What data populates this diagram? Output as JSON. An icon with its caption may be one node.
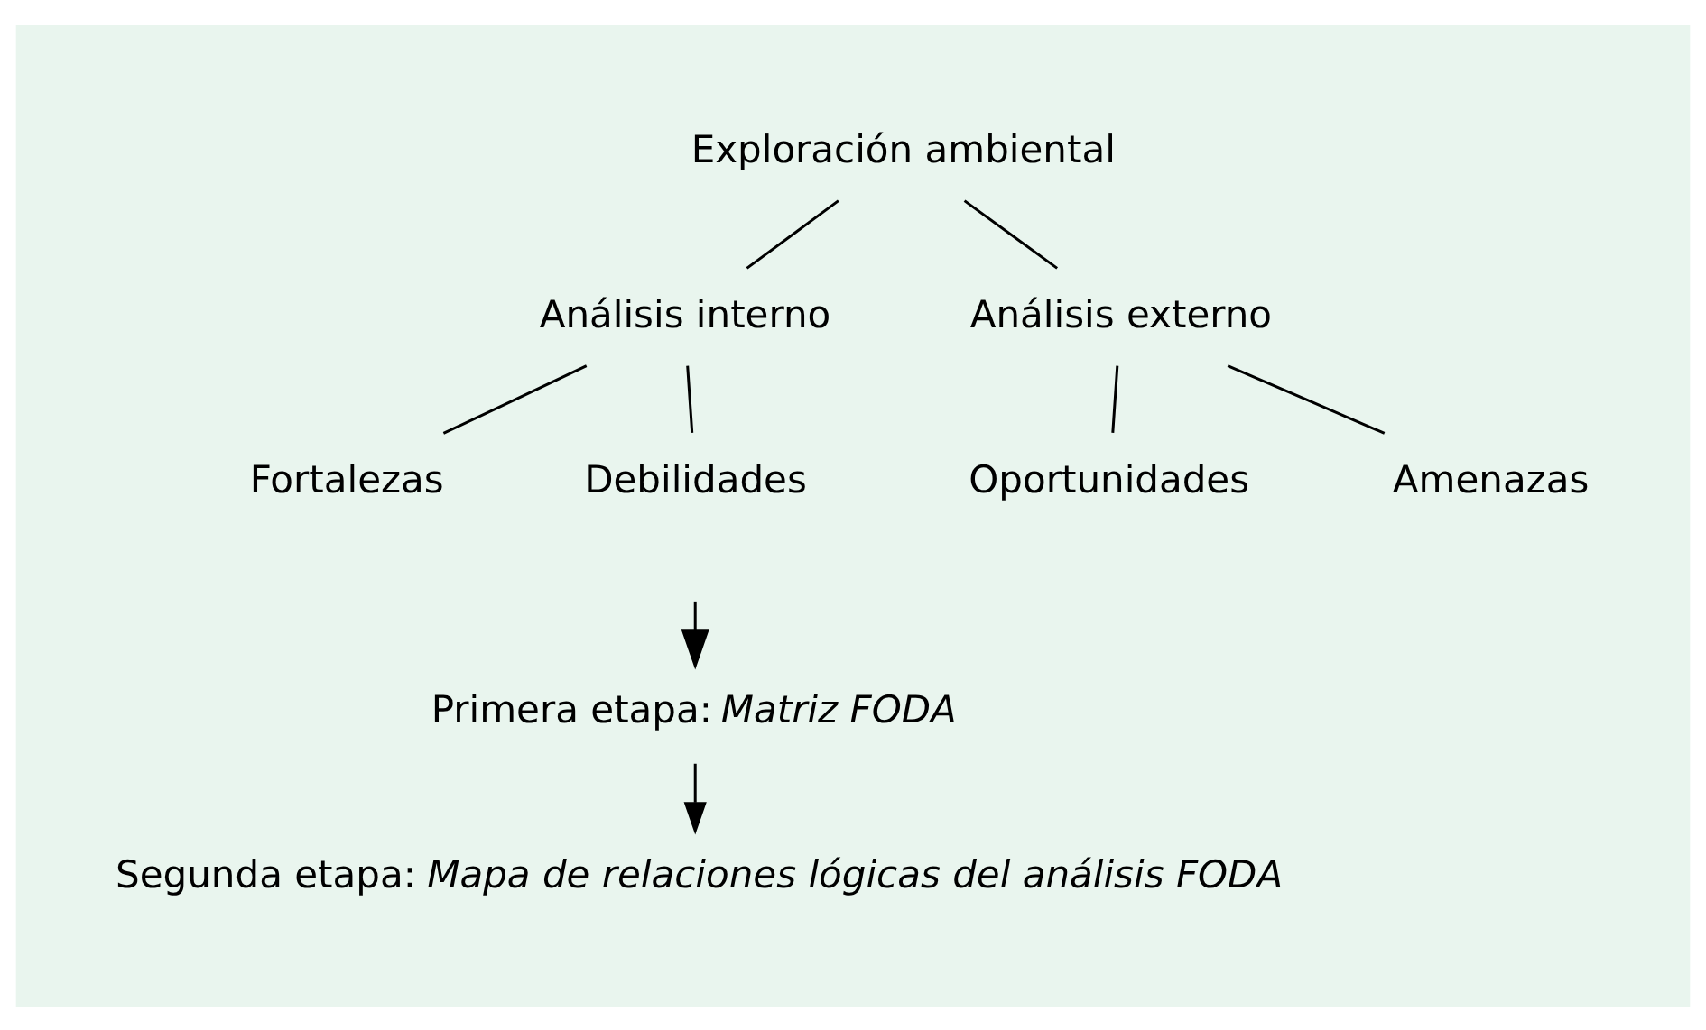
{
  "diagram": {
    "nodes": [
      {
        "text": [
          "Exploración ambiental"
        ]
      },
      {
        "text": [
          "Análisis interno"
        ]
      },
      {
        "text": [
          "Análisis externo"
        ]
      },
      {
        "text": [
          "Fortalezas"
        ]
      },
      {
        "text": [
          "Debilidades"
        ]
      },
      {
        "text": [
          "Oportunidades"
        ]
      },
      {
        "text": [
          "Amenazas"
        ]
      },
      {
        "text": [
          "Primera etapa: *Matriz FODA*"
        ]
      },
      {
        "text": [
          "Segunda etapa: *Mapa de relaciones lógicas del análisis FODA*"
        ]
      }
    ],
    "edges": [
      {
        "from": 0,
        "to": 1,
        "arrow": "none"
      },
      {
        "from": 0,
        "to": 2,
        "arrow": "none"
      },
      {
        "from": 1,
        "to": 3,
        "arrow": "none"
      },
      {
        "from": 1,
        "to": 4,
        "arrow": "none"
      },
      {
        "from": 2,
        "to": 5,
        "arrow": "none"
      },
      {
        "from": 2,
        "to": 6,
        "arrow": "none"
      },
      {
        "from": null,
        "to": 7,
        "arrow": "to"
      },
      {
        "from": 7,
        "to": 8,
        "arrow": "to"
      }
    ]
  }
}
